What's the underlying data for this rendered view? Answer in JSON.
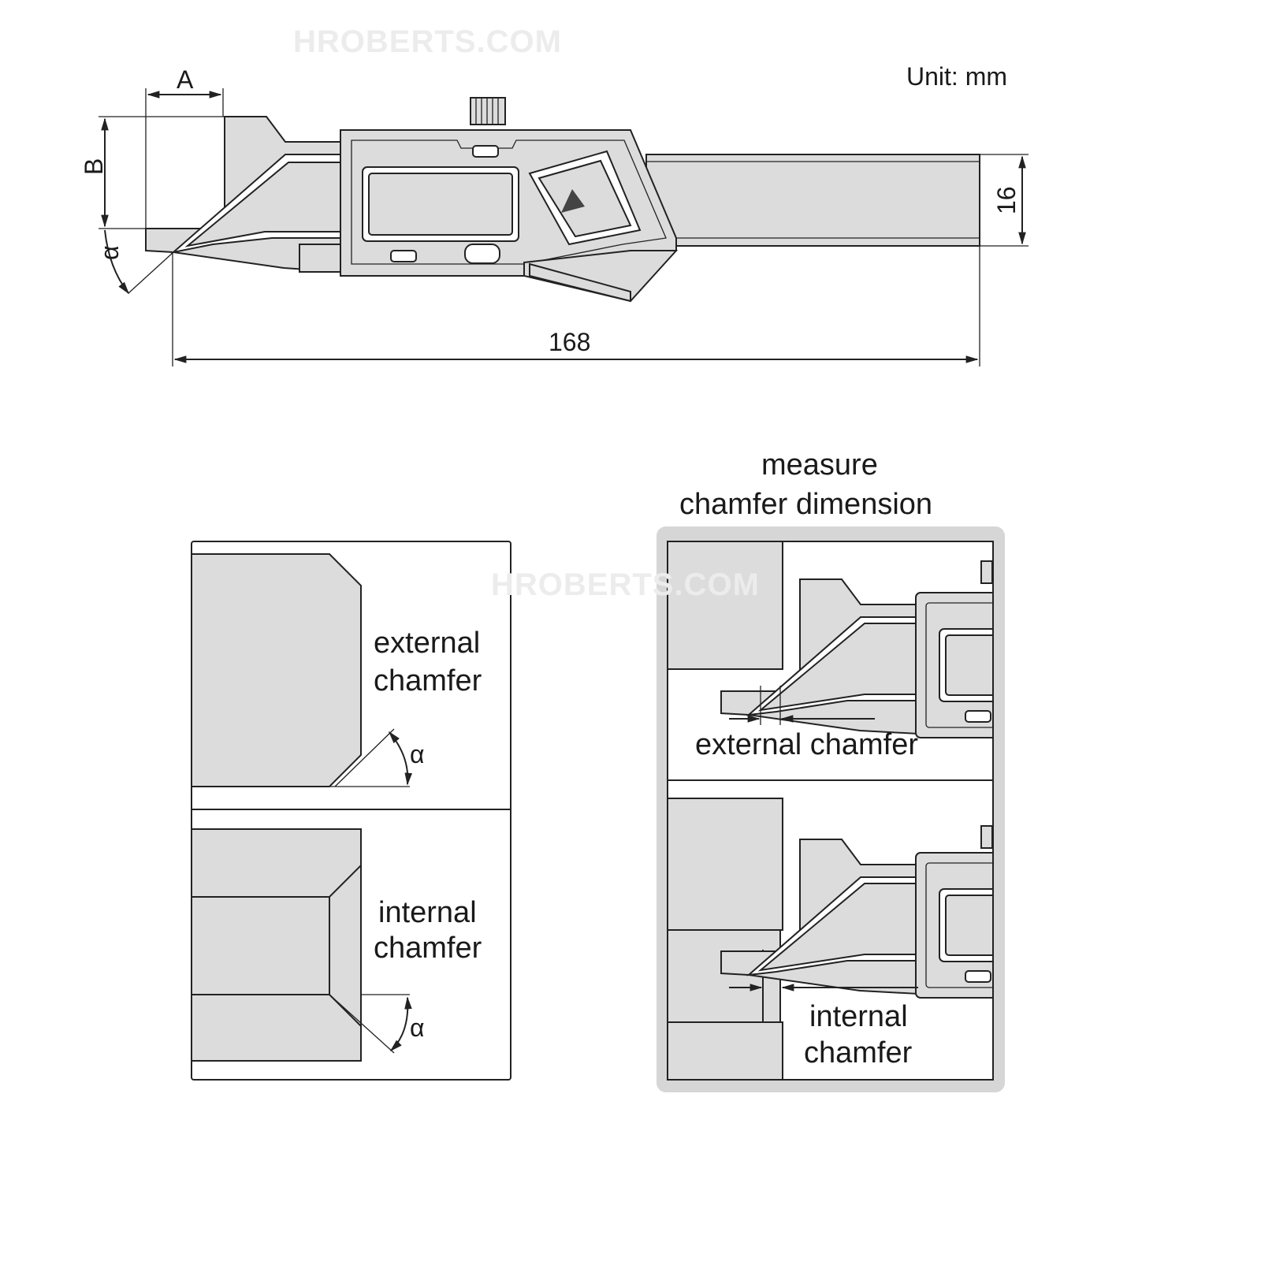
{
  "watermark": "HROBERTS.COM",
  "unit_label": "Unit: mm",
  "dimensions": {
    "a": "A",
    "b": "B",
    "alpha": "α",
    "height": "16",
    "length": "168"
  },
  "left_panel": {
    "external": {
      "line1": "external",
      "line2": "chamfer",
      "angle": "α"
    },
    "internal": {
      "line1": "internal",
      "line2": "chamfer",
      "angle": "α"
    }
  },
  "right_panel": {
    "title_line1": "measure",
    "title_line2": "chamfer dimension",
    "external_label": "external chamfer",
    "internal_line1": "internal",
    "internal_line2": "chamfer"
  },
  "colors": {
    "part_gray": "#dcdcdc",
    "frame_gray": "#d6d6d6",
    "line": "#222222"
  }
}
